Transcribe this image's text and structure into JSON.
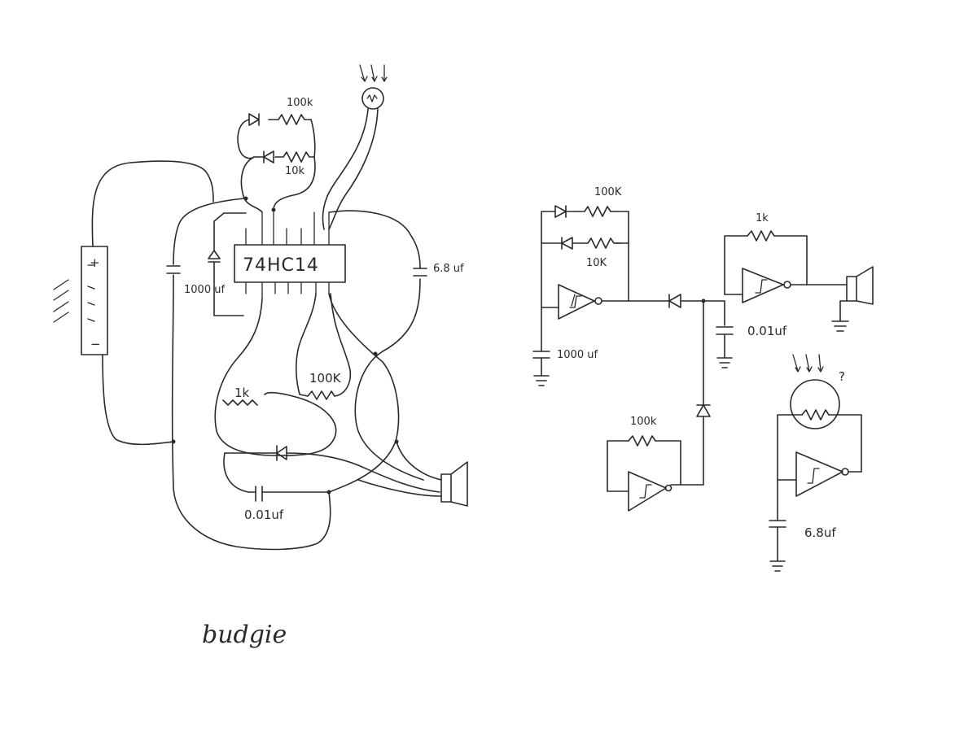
{
  "left_drawing": {
    "chip_label": "74HC14",
    "battery_plus": "+",
    "battery_minus": "−",
    "resistor_top": "100k",
    "resistor_top2": "10k",
    "cap_left": "1000 uf",
    "cap_right": "6.8 uf",
    "resistor_1k": "1k",
    "resistor_100k": "100K",
    "cap_bottom": "0.01uf"
  },
  "right_drawing": {
    "res_100k_top": "100K",
    "res_10k": "10K",
    "cap_1000": "1000 uf",
    "res_1k": "1k",
    "cap_001": "0.01uf",
    "res_100k_low": "100k",
    "question_mark": "?",
    "cap_68": "6.8uf"
  },
  "caption": "budgie",
  "icons": [
    "schmitt-inverter-icon",
    "diode-icon",
    "resistor-icon",
    "capacitor-icon",
    "speaker-icon",
    "ground-icon",
    "photo-resistor-icon",
    "solar-cell-icon"
  ]
}
